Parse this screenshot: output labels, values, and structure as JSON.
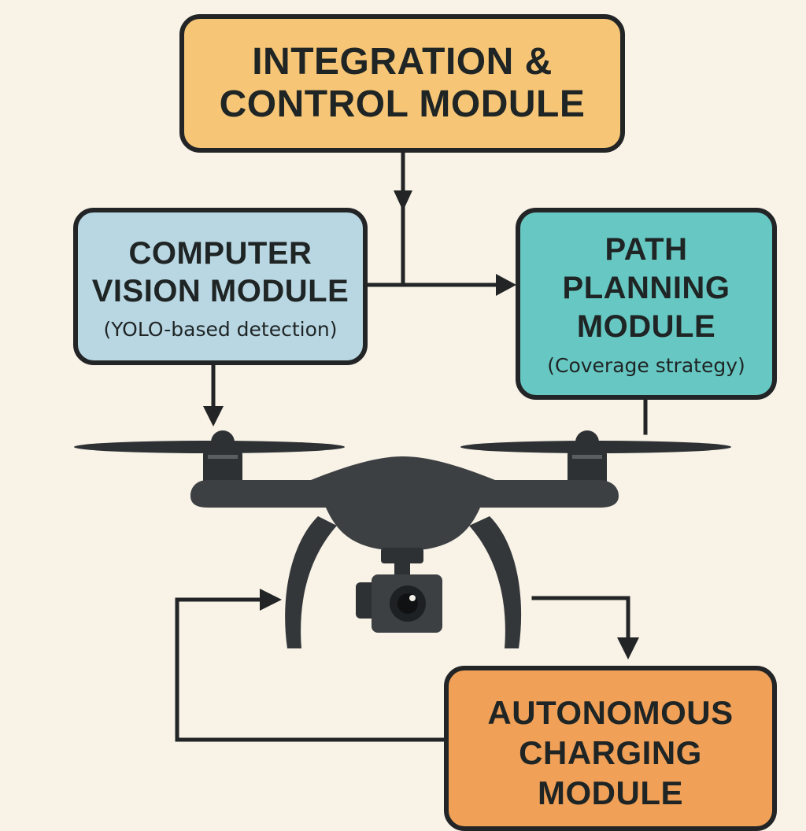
{
  "diagram": {
    "modules": {
      "integration": {
        "line1": "INTEGRATION &",
        "line2": "CONTROL MODULE",
        "color": "#f6c676"
      },
      "vision": {
        "line1": "COMPUTER",
        "line2": "VISION MODULE",
        "subtitle": "(YOLO-based detection)",
        "color": "#b8d7e3"
      },
      "path": {
        "line1": "PATH",
        "line2": "PLANNING",
        "line3": "MODULE",
        "subtitle": "(Coverage strategy)",
        "color": "#67c8c3"
      },
      "charging": {
        "line1": "AUTONOMOUS",
        "line2": "CHARGING",
        "line3": "MODULE",
        "color": "#f0a057"
      }
    },
    "colors": {
      "background": "#f8f2e7",
      "ink": "#222426",
      "drone": "#3d4043"
    },
    "icons": {
      "drone": "quadcopter-drone-icon",
      "camera": "camera-icon"
    }
  }
}
